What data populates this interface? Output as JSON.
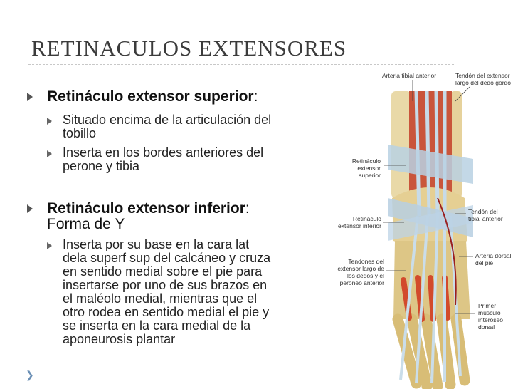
{
  "slide": {
    "title": "RETINACULOS EXTENSORES",
    "sections": [
      {
        "heading": "Retináculo extensor superior",
        "heading_suffix": ":",
        "subheading": "",
        "items": [
          [
            "Situado encima de la articulación del",
            "tobillo"
          ],
          [
            "Inserta en los bordes anteriores del",
            "perone y tibia"
          ]
        ]
      },
      {
        "heading": "Retináculo extensor inferior",
        "heading_suffix": ":",
        "subheading": "Forma de Y",
        "items": [
          [
            "Inserta por su base en la cara lat",
            "dela superf sup del calcáneo y cruza",
            "en sentido medial sobre el pie para",
            "insertarse por uno  de sus brazos en",
            "el maléolo medial, mientras que el",
            "otro rodea  en sentido medial el pie y",
            "se inserta en la cara medial de la",
            "aponeurosis plantar"
          ]
        ]
      }
    ],
    "nav_icon": "chevron-right-icon",
    "colors": {
      "title": "#3b3b3b",
      "text": "#111111",
      "bullet": "#555555",
      "nav": "#6a8fb5"
    }
  },
  "figure": {
    "labels": {
      "arteria_tibial_anterior": "Arteria tibial anterior",
      "tendon_extensor_largo_1": "Tendón del extensor",
      "tendon_extensor_largo_2": "largo del dedo gordo",
      "ret_sup_1": "Retináculo",
      "ret_sup_2": "extensor",
      "ret_sup_3": "superior",
      "ret_inf_1": "Retináculo",
      "ret_inf_2": "extensor inferior",
      "tendon_tibial_1": "Tendón del",
      "tendon_tibial_2": "tibial anterior",
      "tendones_1": "Tendones del",
      "tendones_2": "extensor largo de",
      "tendones_3": "los dedos y el",
      "tendones_4": "peroneo anterior",
      "arteria_dorsal_1": "Arteria dorsal",
      "arteria_dorsal_2": "del pie",
      "primer_1": "Primer",
      "primer_2": "músculo",
      "primer_3": "interóseo",
      "primer_4": "dorsal"
    }
  }
}
